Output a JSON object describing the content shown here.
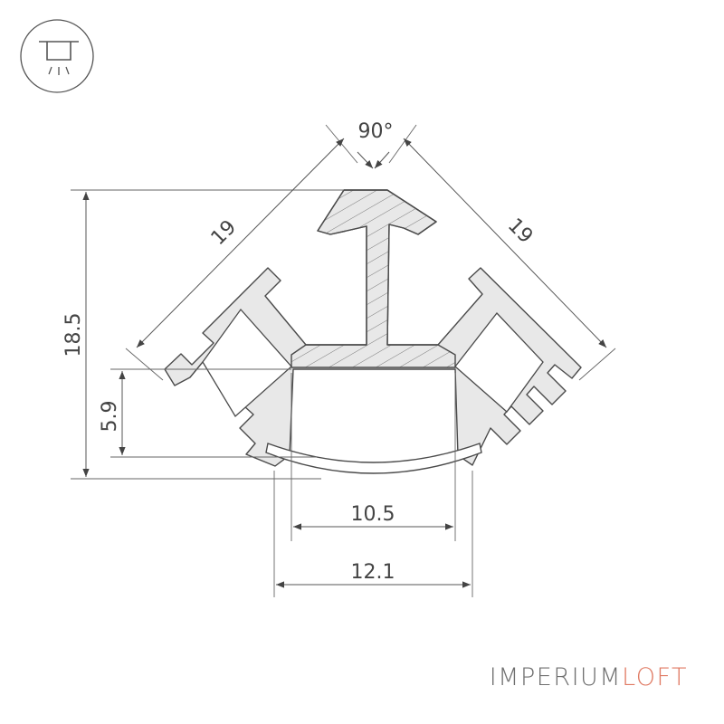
{
  "icon": {
    "name": "ceiling-light-icon"
  },
  "dimensions": {
    "angle": "90°",
    "side_left": "19",
    "side_right": "19",
    "height_total": "18.5",
    "height_inner": "5.9",
    "width_inner": "10.5",
    "width_outer": "12.1"
  },
  "brand": {
    "main": "IMPERIUM",
    "accent": "LOFT"
  },
  "colors": {
    "profile_fill": "#e8e8e8",
    "line": "#4a4a4a",
    "dimension_line": "#555555",
    "hatch": "#7a7a7a",
    "brand_gray": "#6f6f6f",
    "brand_accent": "#e07a63"
  }
}
